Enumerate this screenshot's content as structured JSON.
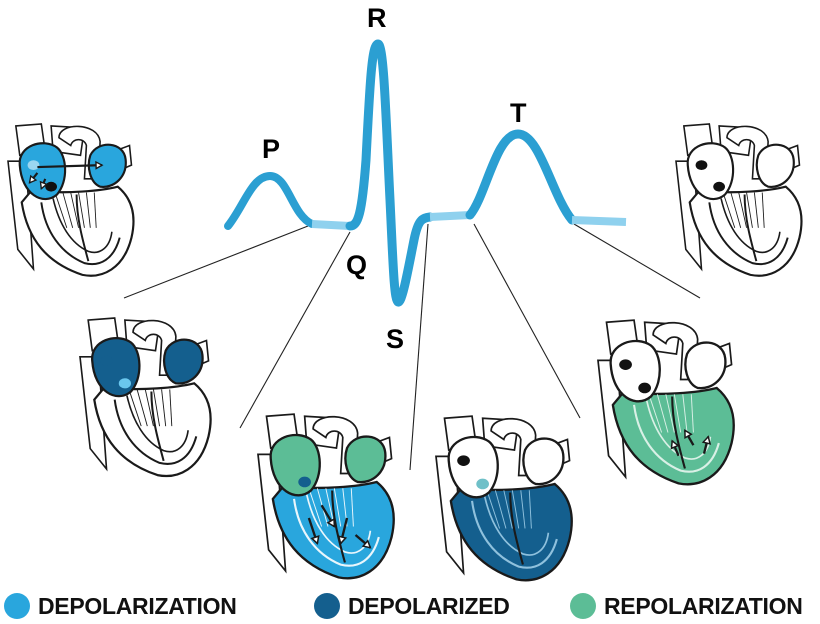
{
  "colors": {
    "depolarization": "#29a6dd",
    "depolarized": "#145f8e",
    "repolarization": "#5cbd96",
    "wave_main": "#2b9fd2",
    "wave_light": "#8fd1ee",
    "outline": "#1a1a1a"
  },
  "waveform": {
    "labels": {
      "p": "P",
      "q": "Q",
      "r": "R",
      "s": "S",
      "t": "T"
    }
  },
  "hearts": [
    {
      "id": "atria-depolarization",
      "state": "atria depolarizing"
    },
    {
      "id": "atria-depolarized",
      "state": "atria depolarized"
    },
    {
      "id": "ventricles-depolarizing",
      "state": "ventricles depolarizing, atria repolarizing"
    },
    {
      "id": "ventricles-depolarized",
      "state": "ventricles depolarized"
    },
    {
      "id": "ventricles-repolarizing",
      "state": "ventricles repolarizing"
    },
    {
      "id": "resting",
      "state": "resting"
    }
  ],
  "legend": [
    {
      "label": "DEPOLARIZATION",
      "color": "#29a6dd"
    },
    {
      "label": "DEPOLARIZED",
      "color": "#145f8e"
    },
    {
      "label": "REPOLARIZATION",
      "color": "#5cbd96"
    }
  ]
}
